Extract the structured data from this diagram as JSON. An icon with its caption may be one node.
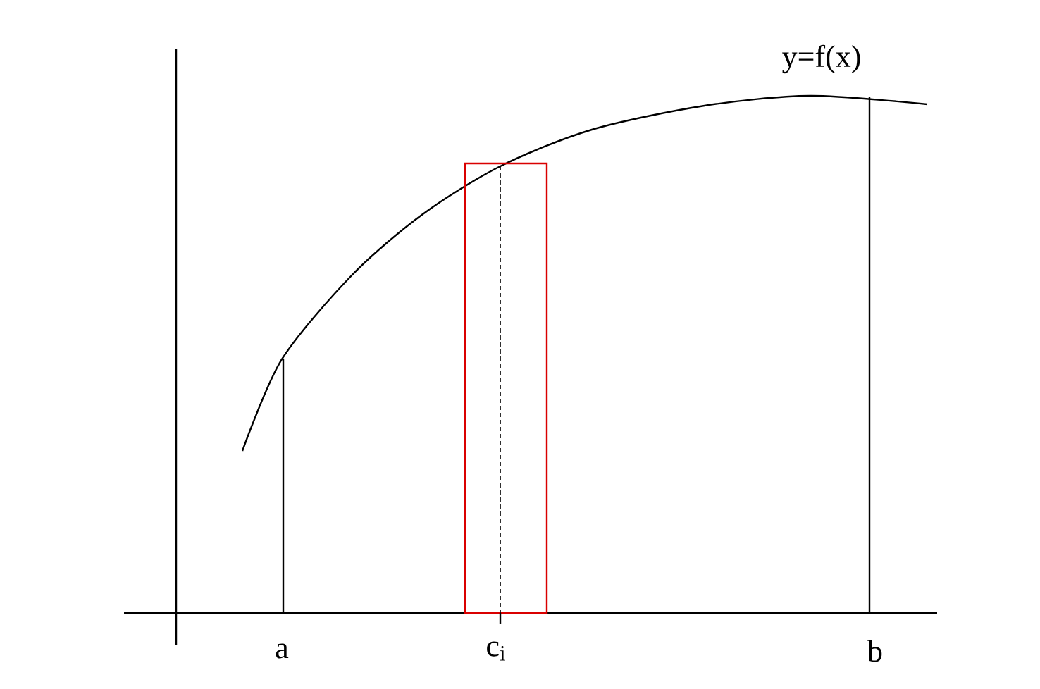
{
  "diagram": {
    "labels": [
      "y=f(x)",
      "a",
      "c$_{i}$",
      "b"
    ]
  }
}
